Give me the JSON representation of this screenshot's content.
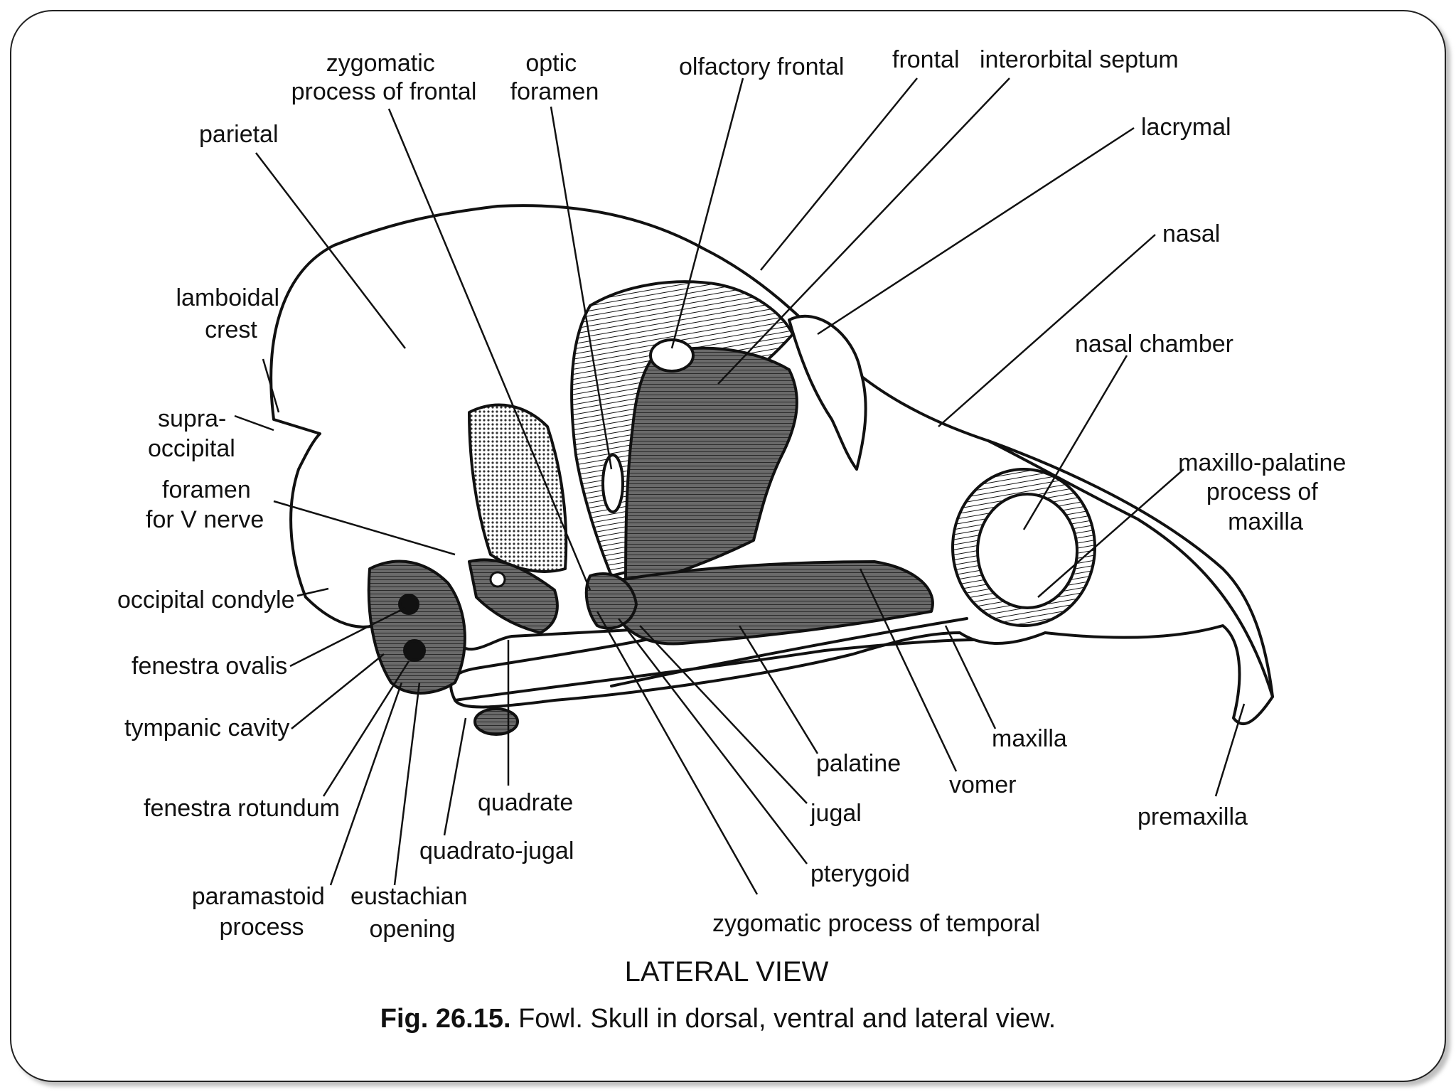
{
  "diagram": {
    "labels": {
      "zygomatic_process_frontal": [
        "zygomatic",
        "process of frontal"
      ],
      "optic_foramen": [
        "optic",
        "foramen"
      ],
      "olfactory_frontal": [
        "olfactory frontal"
      ],
      "frontal": [
        "frontal"
      ],
      "interorbital_septum": [
        "interorbital septum"
      ],
      "parietal": [
        "parietal"
      ],
      "lacrymal": [
        "lacrymal"
      ],
      "nasal": [
        "nasal"
      ],
      "lamboidal_crest": [
        "lamboidal",
        "crest"
      ],
      "nasal_chamber": [
        "nasal chamber"
      ],
      "supra_occipital": [
        "supra-",
        "occipital"
      ],
      "foramen_v_nerve": [
        "foramen",
        "for V nerve"
      ],
      "maxillo_palatine": [
        "maxillo-palatine",
        "process of",
        "maxilla"
      ],
      "occipital_condyle": [
        "occipital condyle"
      ],
      "fenestra_ovalis": [
        "fenestra ovalis"
      ],
      "tympanic_cavity": [
        "tympanic cavity"
      ],
      "maxilla": [
        "maxilla"
      ],
      "palatine": [
        "palatine"
      ],
      "vomer": [
        "vomer"
      ],
      "fenestra_rotundum": [
        "fenestra rotundum"
      ],
      "quadrate": [
        "quadrate"
      ],
      "jugal": [
        "jugal"
      ],
      "premaxilla": [
        "premaxilla"
      ],
      "quadrato_jugal": [
        "quadrato-jugal"
      ],
      "pterygoid": [
        "pterygoid"
      ],
      "paramastoid": [
        "paramastoid",
        "process"
      ],
      "eustachian": [
        "eustachian",
        "opening"
      ],
      "zygomatic_temporal": [
        "zygomatic process of temporal"
      ]
    },
    "view_title": "LATERAL VIEW",
    "caption_bold": "Fig. 26.15.",
    "caption_text": " Fowl. Skull in dorsal, ventral and lateral view."
  },
  "colors": {
    "ink": "#111111",
    "shade": "#555555",
    "frame": "#222222"
  }
}
